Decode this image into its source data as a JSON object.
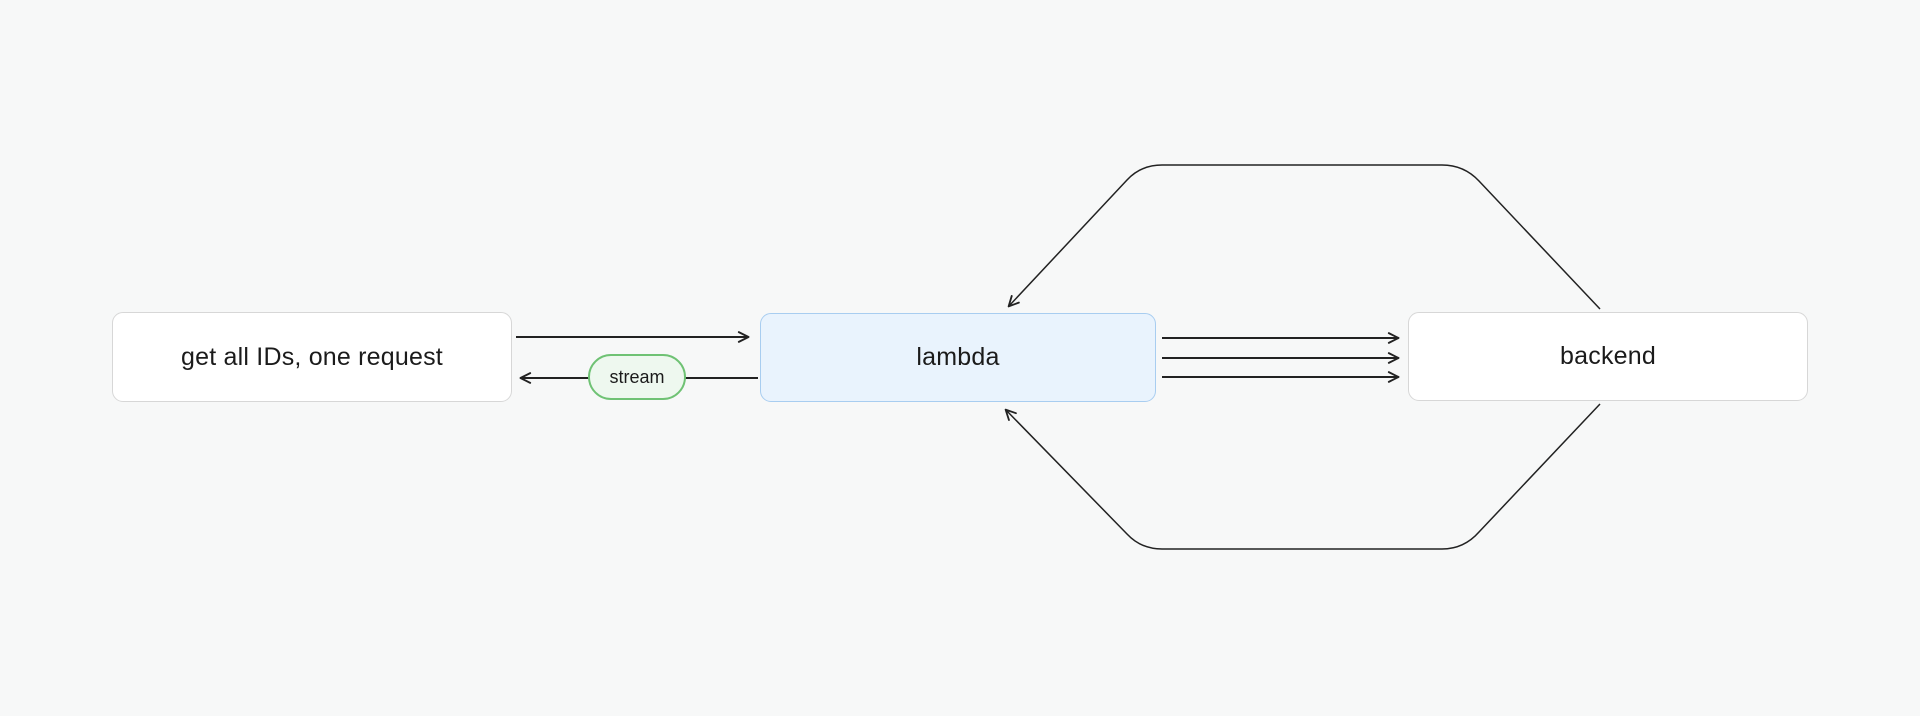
{
  "diagram": {
    "background_color": "#f7f8f8",
    "line_color": "#222222",
    "nodes": {
      "request": {
        "label": "get all IDs, one request",
        "fill": "#ffffff",
        "border": "#d7d7d7"
      },
      "lambda": {
        "label": "lambda",
        "fill": "#e9f3fd",
        "border": "#a8cdf0"
      },
      "backend": {
        "label": "backend",
        "fill": "#ffffff",
        "border": "#d7d7d7"
      }
    },
    "edge_label": {
      "text": "stream",
      "fill": "#eef8ef",
      "border": "#6fc274"
    },
    "edges": [
      {
        "from": "request",
        "to": "lambda",
        "style": "straight",
        "arrows": 1
      },
      {
        "from": "lambda",
        "to": "request",
        "style": "straight",
        "arrows": 1,
        "label": "stream"
      },
      {
        "from": "lambda",
        "to": "backend",
        "style": "straight-parallel",
        "arrows": 3
      },
      {
        "from": "backend",
        "to": "lambda",
        "style": "rounded-loop-over-top",
        "arrows": 1
      },
      {
        "from": "backend",
        "to": "lambda",
        "style": "rounded-loop-under-bottom",
        "arrows": 1
      }
    ]
  }
}
